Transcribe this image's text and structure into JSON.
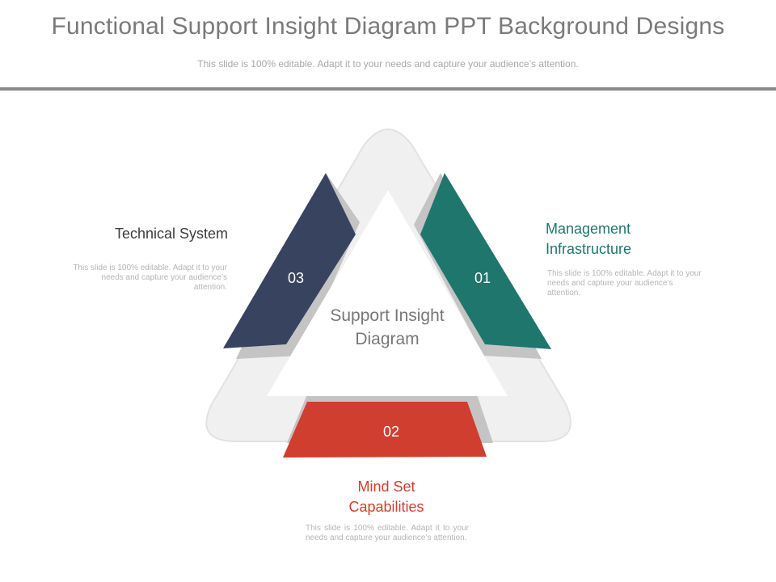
{
  "header": {
    "title": "Functional Support Insight Diagram PPT Background Designs",
    "subtitle": "This slide is 100% editable. Adapt it to your needs and capture your audience’s attention."
  },
  "center": {
    "line1": "Support Insight",
    "line2": "Diagram"
  },
  "segments": [
    {
      "number": "01",
      "title_line1": "Management",
      "title_line2": "Infrastructure",
      "description": "This slide is 100% editable. Adapt it to your needs and capture your audience’s attention.",
      "color": "#1f766d"
    },
    {
      "number": "02",
      "title_line1": "Mind Set",
      "title_line2": "Capabilities",
      "description": "This slide is 100% editable. Adapt it to your needs and capture your audience’s attention.",
      "color": "#cf3e2e"
    },
    {
      "number": "03",
      "title_line1": "Technical System",
      "description": "This slide is 100% editable. Adapt it to your needs and capture your audience’s attention.",
      "color": "#384360"
    }
  ]
}
